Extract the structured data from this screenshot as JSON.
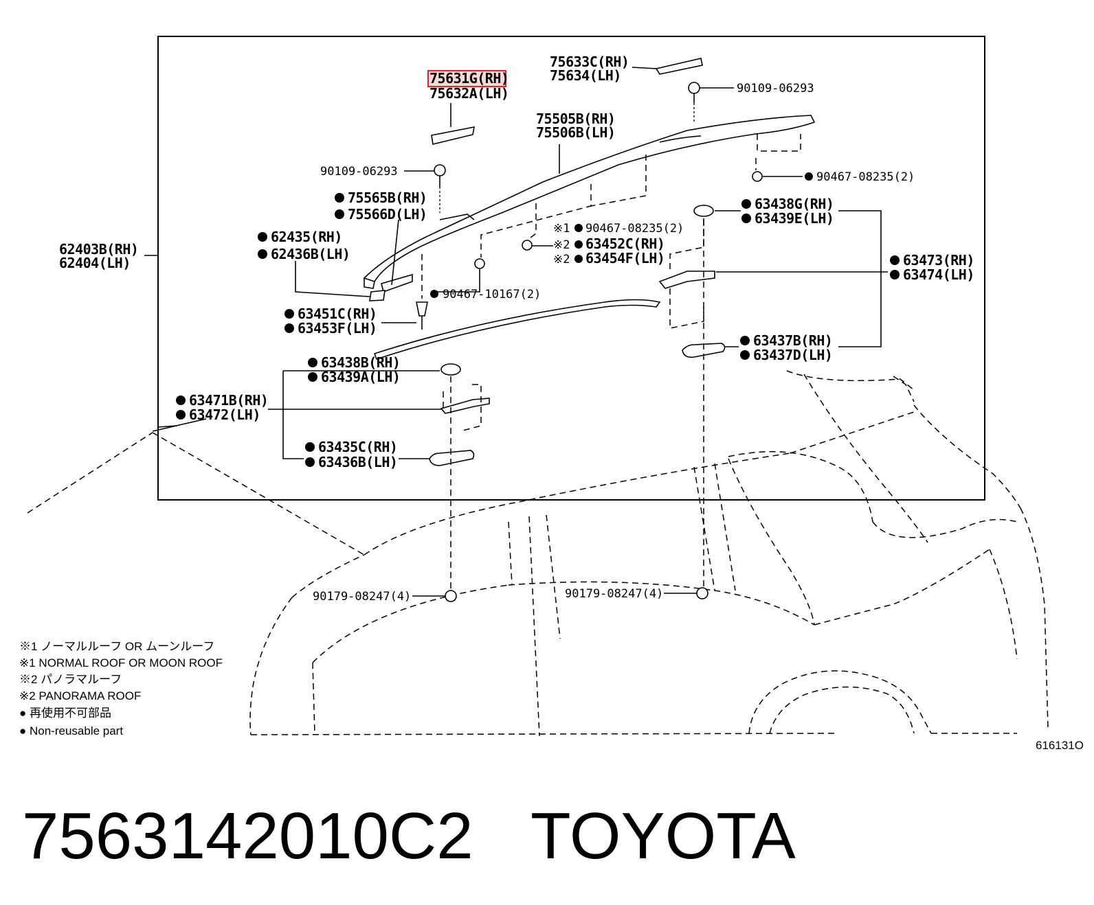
{
  "highlight_color": "#d9262c",
  "labels": {
    "p75631_rh": "75631G(RH)",
    "p75632_lh": "75632A(LH)",
    "p75633_rh": "75633C(RH)",
    "p75634_lh": "75634(LH)",
    "bolt_top": "90109-06293",
    "p75505_rh": "75505B(RH)",
    "p75506_lh": "75506B(LH)",
    "bolt_left": "90109-06293",
    "nut_right": "90467-08235(2)",
    "p75565_rh": "75565B(RH)",
    "p75566_lh": "75566D(LH)",
    "p62435_rh": "62435(RH)",
    "p62436_lh": "62436B(LH)",
    "p62403_rh": "62403B(RH)",
    "p62404_lh": "62404(LH)",
    "x1_mark": "※1",
    "x2_mark_a": "※2",
    "x2_mark_b": "※2",
    "nut_mid": "90467-08235(2)",
    "p63452_rh": "63452C(RH)",
    "p63454_lh": "63454F(LH)",
    "p63438g_rh": "63438G(RH)",
    "p63439e_lh": "63439E(LH)",
    "p63473_rh": "63473(RH)",
    "p63474_lh": "63474(LH)",
    "clip_mid": "90467-10167(2)",
    "p63451_rh": "63451C(RH)",
    "p63453_lh": "63453F(LH)",
    "p63437b_rh": "63437B(RH)",
    "p63437d_lh": "63437D(LH)",
    "p63438b_rh": "63438B(RH)",
    "p63439a_lh": "63439A(LH)",
    "p63471_rh": "63471B(RH)",
    "p63472_lh": "63472(LH)",
    "p63435_rh": "63435C(RH)",
    "p63436_lh": "63436B(LH)",
    "nut_bottom_left": "90179-08247(4)",
    "nut_bottom_right": "90179-08247(4)"
  },
  "legend": [
    "※1 ノーマルルーフ OR ムーンルーフ",
    "※1 NORMAL ROOF OR MOON ROOF",
    "※2 パノラマルーフ",
    "※2 PANORAMA ROOF",
    "● 再使用不可部品",
    "● Non-reusable part"
  ],
  "diagram_ref": "616131O",
  "footer": {
    "part_number": "7563142010C2",
    "brand": "TOYOTA"
  }
}
